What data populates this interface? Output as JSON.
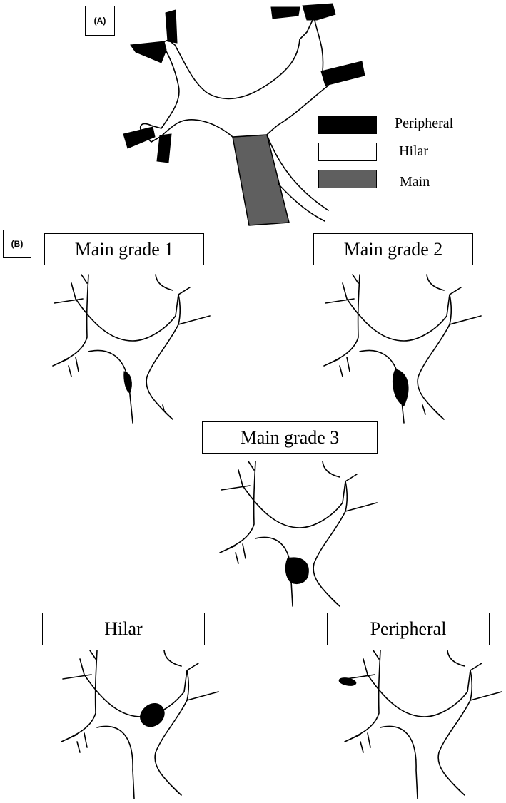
{
  "panel_a": {
    "tag": "(A)",
    "legend": [
      {
        "key": "peripheral",
        "label": "Peripheral",
        "color": "#000000"
      },
      {
        "key": "hilar",
        "label": "Hilar",
        "color": "#ffffff"
      },
      {
        "key": "main",
        "label": "Main",
        "color": "#5f5f5f"
      }
    ]
  },
  "panel_b": {
    "tag": "(B)",
    "diagrams": [
      {
        "id": "main-grade-1",
        "title": "Main grade 1"
      },
      {
        "id": "main-grade-2",
        "title": "Main grade 2"
      },
      {
        "id": "main-grade-3",
        "title": "Main grade 3"
      },
      {
        "id": "hilar",
        "title": "Hilar"
      },
      {
        "id": "peripheral",
        "title": "Peripheral"
      }
    ]
  },
  "colors": {
    "outline": "#000000",
    "lesion": "#000000",
    "main_segment": "#5f5f5f"
  }
}
